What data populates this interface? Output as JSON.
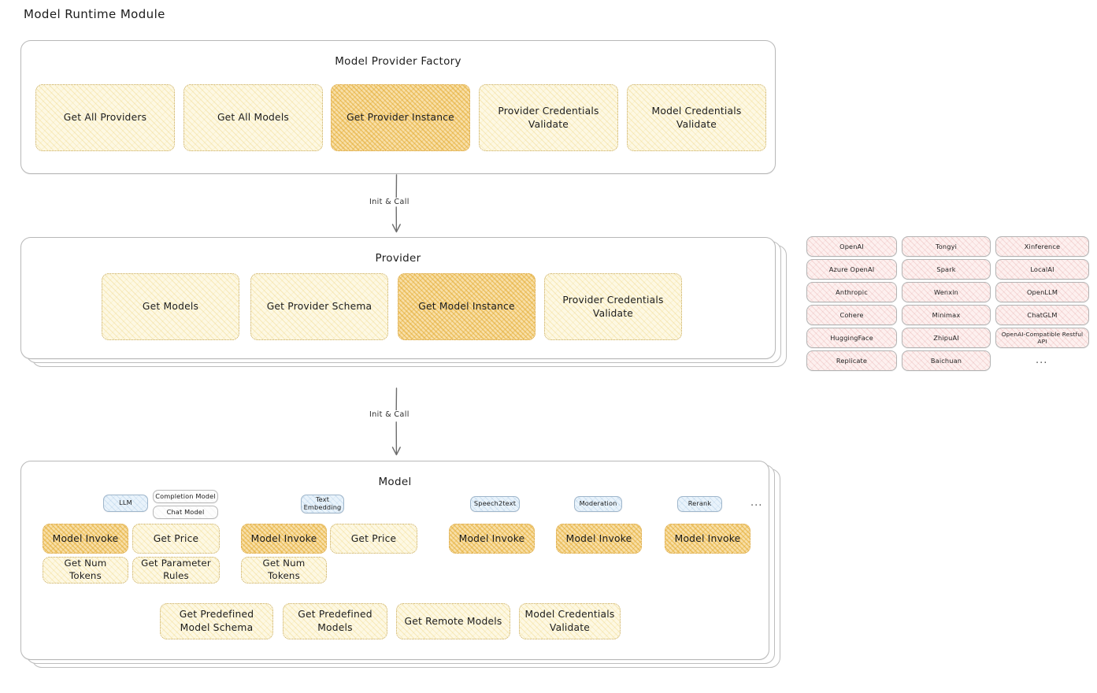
{
  "page": {
    "title": "Model Runtime Module"
  },
  "factory": {
    "title": "Model Provider Factory",
    "methods": [
      {
        "label": "Get All Providers",
        "highlighted": false
      },
      {
        "label": "Get All Models",
        "highlighted": false
      },
      {
        "label": "Get Provider Instance",
        "highlighted": true
      },
      {
        "label": "Provider Credentials Validate",
        "highlighted": false
      },
      {
        "label": "Model Credentials Validate",
        "highlighted": false
      }
    ]
  },
  "connector_1": {
    "label": "Init & Call"
  },
  "provider": {
    "title": "Provider",
    "methods": [
      {
        "label": "Get Models",
        "highlighted": false
      },
      {
        "label": "Get Provider Schema",
        "highlighted": false
      },
      {
        "label": "Get Model Instance",
        "highlighted": true
      },
      {
        "label": "Provider Credentials Validate",
        "highlighted": false
      }
    ]
  },
  "connector_2": {
    "label": "Init & Call"
  },
  "provider_list": {
    "columns": [
      {
        "items": [
          "OpenAI",
          "Azure OpenAI",
          "Anthropic",
          "Cohere",
          "HuggingFace",
          "Replicate"
        ]
      },
      {
        "items": [
          "Tongyi",
          "Spark",
          "Wenxin",
          "Minimax",
          "ZhipuAI",
          "Baichuan"
        ]
      },
      {
        "items": [
          "Xinference",
          "LocalAI",
          "OpenLLM",
          "ChatGLM",
          "OpenAI-Compatible Restful API"
        ]
      }
    ],
    "more": "..."
  },
  "model": {
    "title": "Model",
    "more": "...",
    "types": [
      {
        "badge": "LLM",
        "sub_badges": [
          "Completion Model",
          "Chat Model"
        ],
        "methods": [
          {
            "label": "Model Invoke",
            "highlighted": true
          },
          {
            "label": "Get Price",
            "highlighted": false
          },
          {
            "label": "Get Num Tokens",
            "highlighted": false
          },
          {
            "label": "Get Parameter Rules",
            "highlighted": false
          }
        ]
      },
      {
        "badge": "Text Embedding",
        "sub_badges": [],
        "methods": [
          {
            "label": "Model Invoke",
            "highlighted": true
          },
          {
            "label": "Get Price",
            "highlighted": false
          },
          {
            "label": "Get Num Tokens",
            "highlighted": false
          }
        ]
      },
      {
        "badge": "Speech2text",
        "sub_badges": [],
        "methods": [
          {
            "label": "Model Invoke",
            "highlighted": true
          }
        ]
      },
      {
        "badge": "Moderation",
        "sub_badges": [],
        "methods": [
          {
            "label": "Model Invoke",
            "highlighted": true
          }
        ]
      },
      {
        "badge": "Rerank",
        "sub_badges": [],
        "methods": [
          {
            "label": "Model Invoke",
            "highlighted": true
          }
        ]
      }
    ],
    "shared_methods": [
      {
        "label": "Get Predefined Model Schema"
      },
      {
        "label": "Get Predefined Models"
      },
      {
        "label": "Get Remote Models"
      },
      {
        "label": "Model Credentials Validate"
      }
    ]
  },
  "colors": {
    "chip_fill": "#fdf8e3",
    "chip_fill_highlight": "#f8dfa8",
    "chip_border": "#c9ad64",
    "panel_border": "#b8b8b8",
    "pill_fill": "#fdf0ef",
    "badge_fill": "#e9f3fb",
    "text": "#1c1c1c"
  }
}
